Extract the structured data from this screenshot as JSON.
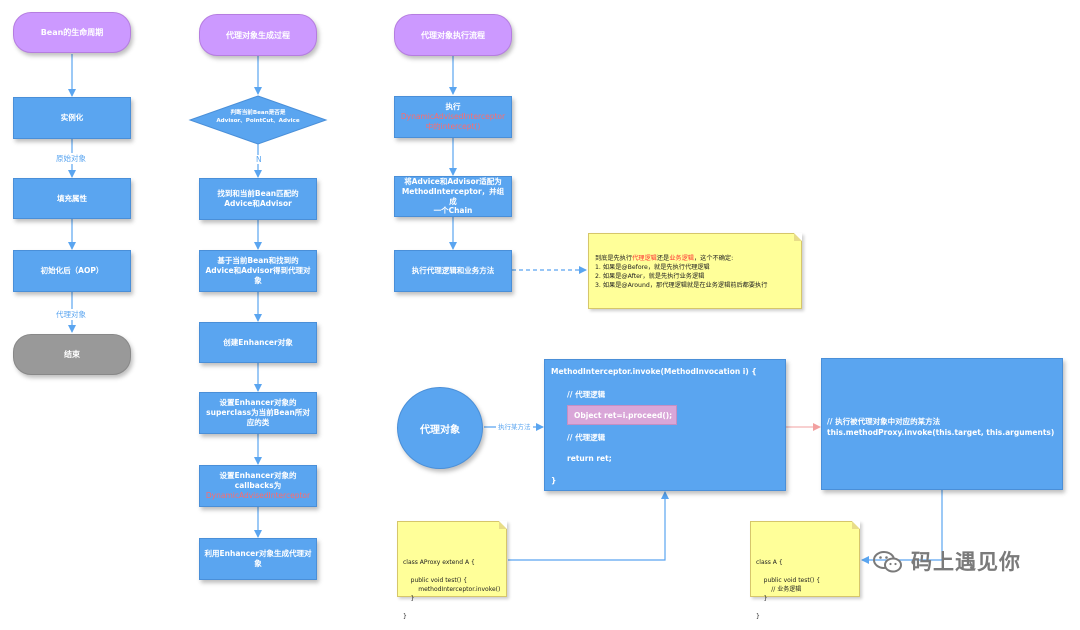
{
  "col1": {
    "header": "Bean的生命周期",
    "step1": "实例化",
    "label1": "原始对象",
    "step2": "填充属性",
    "step3": "初始化后（AOP）",
    "label2": "代理对象",
    "end": "结束"
  },
  "col2": {
    "header": "代理对象生成过程",
    "decision_line1": "判断当前Bean是否是",
    "decision_line2": "Advisor、PointCut、Advice",
    "decision_label": "N",
    "step1_line1": "找到和当前Bean匹配的",
    "step1_line2": "Advice和Advisor",
    "step2_line1": "基于当前Bean和找到的",
    "step2_line2": "Advice和Advisor得到代理对",
    "step2_line3": "象",
    "step3": "创建Enhancer对象",
    "step4_line1": "设置Enhancer对象的",
    "step4_line2": "superclass为当前Bean所对",
    "step4_line3": "应的类",
    "step5_line1": "设置Enhancer对象的",
    "step5_line2": "callbacks为",
    "step5_line3": "DynamicAdvisedInterceptor",
    "step6_line1": "利用Enhancer对象生成代理对",
    "step6_line2": "象"
  },
  "col3": {
    "header": "代理对象执行流程",
    "step1_line1": "执行",
    "step1_line2": "DynamicAdvisedInterceptor",
    "step1_line3": "中的intercept()",
    "step2_line1": "将Advice和Advisor适配为",
    "step2_line2": "MethodInterceptor，并组成",
    "step2_line3": "一个Chain",
    "step3": "执行代理逻辑和业务方法"
  },
  "note": {
    "line1_a": "到底是先执行",
    "line1_b": "代理逻辑",
    "line1_c": "还是",
    "line1_d": "业务逻辑",
    "line1_e": "，这个不确定:",
    "line2": "1. 如果是@Before，就是先执行代理逻辑",
    "line3": "2. 如果是@After，就是先执行业务逻辑",
    "line4": "3. 如果是@Around，那代理逻辑就是在业务逻辑前后都要执行"
  },
  "bottom": {
    "proxy_circle": "代理对象",
    "call_label": "执行某方法",
    "invoke_header": "MethodInterceptor.invoke(MethodInvocation i) {",
    "comment1": "// 代理逻辑",
    "proceed": "Object ret=i.proceed();",
    "comment2": "// 代理逻辑",
    "ret": "return ret;",
    "close": "}",
    "target_line1": "// 执行被代理对象中对应的某方法",
    "target_line2": "this.methodProxy.invoke(this.target, this.arguments)",
    "code_aproxy": "class AProxy extend A {\n\n    public void test() {\n        methodInterceptor.invoke()\n    }\n\n}",
    "code_a": "class A {\n\n    public void test() {\n        // 业务逻辑\n    }\n\n}"
  },
  "watermark": "码上遇见你",
  "colors": {
    "pill": "#cc99ff",
    "box": "#5aa5f0",
    "end": "#999999",
    "arrow": "#5aa5f0",
    "red_text": "#ff6b6b",
    "note": "#ffff99"
  }
}
